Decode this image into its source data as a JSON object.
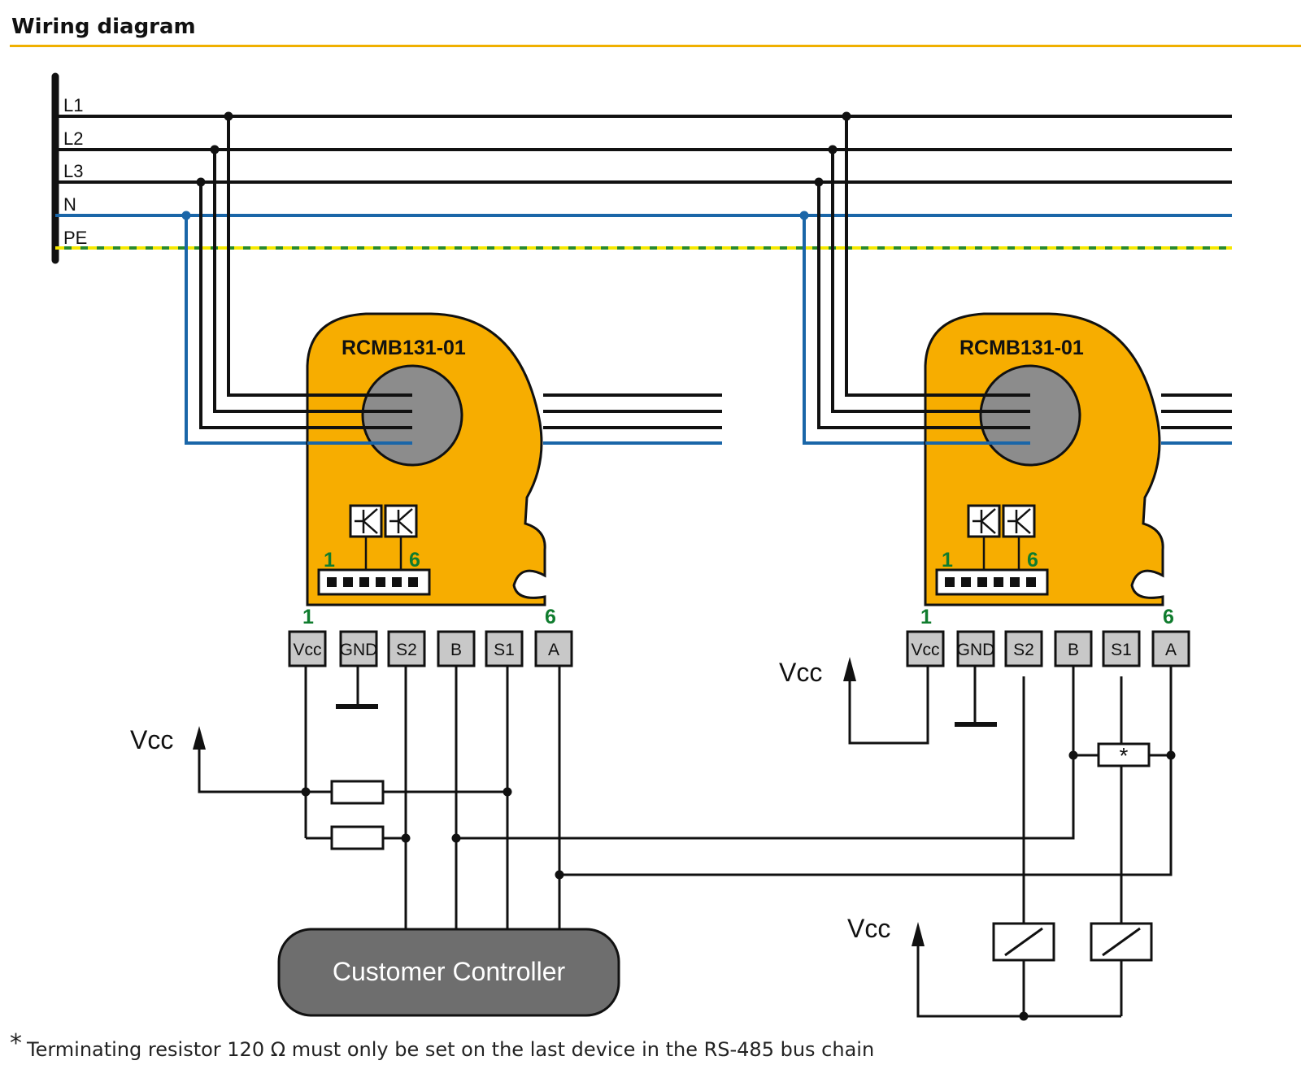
{
  "heading": "Wiring diagram",
  "colors": {
    "accent": "#f0b000",
    "device_body": "#f7ad00",
    "neutral_line": "#1a66a8",
    "pe_green": "#2a8a2a",
    "pe_yellow": "#f5e800",
    "core": "#8c8c8c",
    "terminal": "#c8c8c8",
    "controller": "#6e6e6e",
    "pin_number": "#107c2e"
  },
  "bus_lines": [
    "L1",
    "L2",
    "L3",
    "N",
    "PE"
  ],
  "devices": [
    {
      "model": "RCMB131-01",
      "pin_first": "1",
      "pin_last": "6",
      "terminals": [
        "Vcc",
        "GND",
        "S2",
        "B",
        "S1",
        "A"
      ]
    },
    {
      "model": "RCMB131-01",
      "pin_first": "1",
      "pin_last": "6",
      "terminals": [
        "Vcc",
        "GND",
        "S2",
        "B",
        "S1",
        "A"
      ]
    }
  ],
  "supply_labels": [
    "Vcc",
    "Vcc",
    "Vcc"
  ],
  "controller_label": "Customer Controller",
  "terminating_resistor_mark": "*",
  "footnote": {
    "star": "*",
    "text": "Terminating resistor 120 Ω must only be set on the last device in the RS-485 bus chain"
  }
}
